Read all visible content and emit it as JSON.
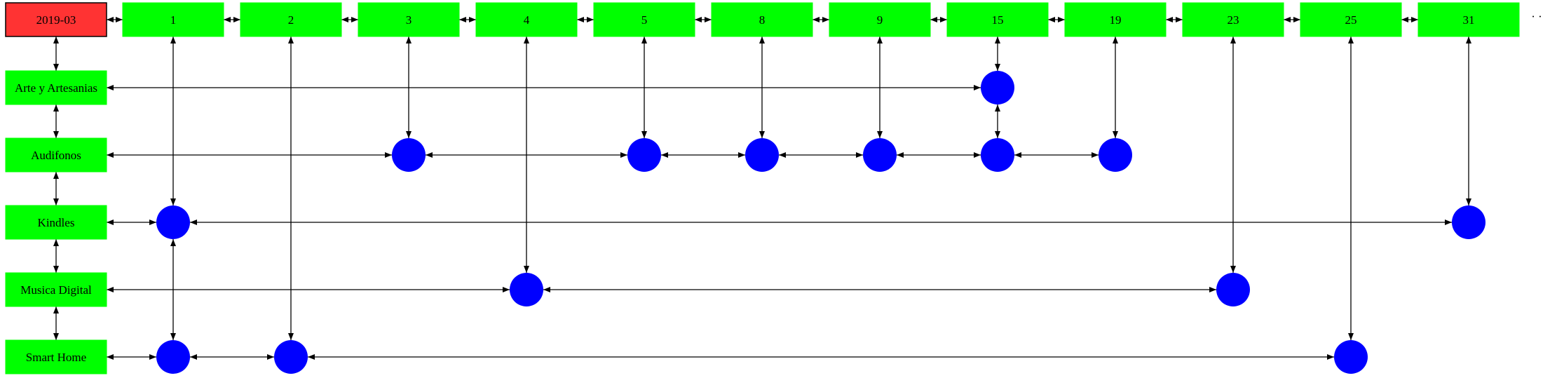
{
  "colors": {
    "month_fill": "#ff3333",
    "box_fill": "#00ff00",
    "node_fill": "#0000ff",
    "edge": "#000000"
  },
  "month": "2019-03",
  "days": [
    "1",
    "2",
    "3",
    "4",
    "5",
    "8",
    "9",
    "15",
    "19",
    "23",
    "25",
    "31"
  ],
  "categories": [
    "Arte y Artesanias",
    "Audifonos",
    "Kindles",
    "Musica Digital",
    "Smart Home"
  ],
  "trailing_marker": "· ·",
  "nodes": [
    {
      "category": "Arte y Artesanias",
      "days": [
        "15"
      ]
    },
    {
      "category": "Audifonos",
      "days": [
        "3",
        "5",
        "8",
        "9",
        "15",
        "19"
      ]
    },
    {
      "category": "Kindles",
      "days": [
        "1",
        "31"
      ]
    },
    {
      "category": "Musica Digital",
      "days": [
        "4",
        "23"
      ]
    },
    {
      "category": "Smart Home",
      "days": [
        "1",
        "2",
        "25"
      ]
    }
  ],
  "vertical_links": [
    {
      "day": "1",
      "chain": [
        "Kindles",
        "Smart Home"
      ]
    },
    {
      "day": "2",
      "chain": [
        "Smart Home"
      ]
    },
    {
      "day": "3",
      "chain": [
        "Audifonos"
      ]
    },
    {
      "day": "4",
      "chain": [
        "Musica Digital"
      ]
    },
    {
      "day": "5",
      "chain": [
        "Audifonos"
      ]
    },
    {
      "day": "8",
      "chain": [
        "Audifonos"
      ]
    },
    {
      "day": "9",
      "chain": [
        "Audifonos"
      ]
    },
    {
      "day": "15",
      "chain": [
        "Arte y Artesanias",
        "Audifonos"
      ]
    },
    {
      "day": "19",
      "chain": [
        "Audifonos"
      ]
    },
    {
      "day": "23",
      "chain": [
        "Musica Digital"
      ]
    },
    {
      "day": "25",
      "chain": [
        "Smart Home"
      ]
    },
    {
      "day": "31",
      "chain": [
        "Kindles"
      ]
    }
  ]
}
